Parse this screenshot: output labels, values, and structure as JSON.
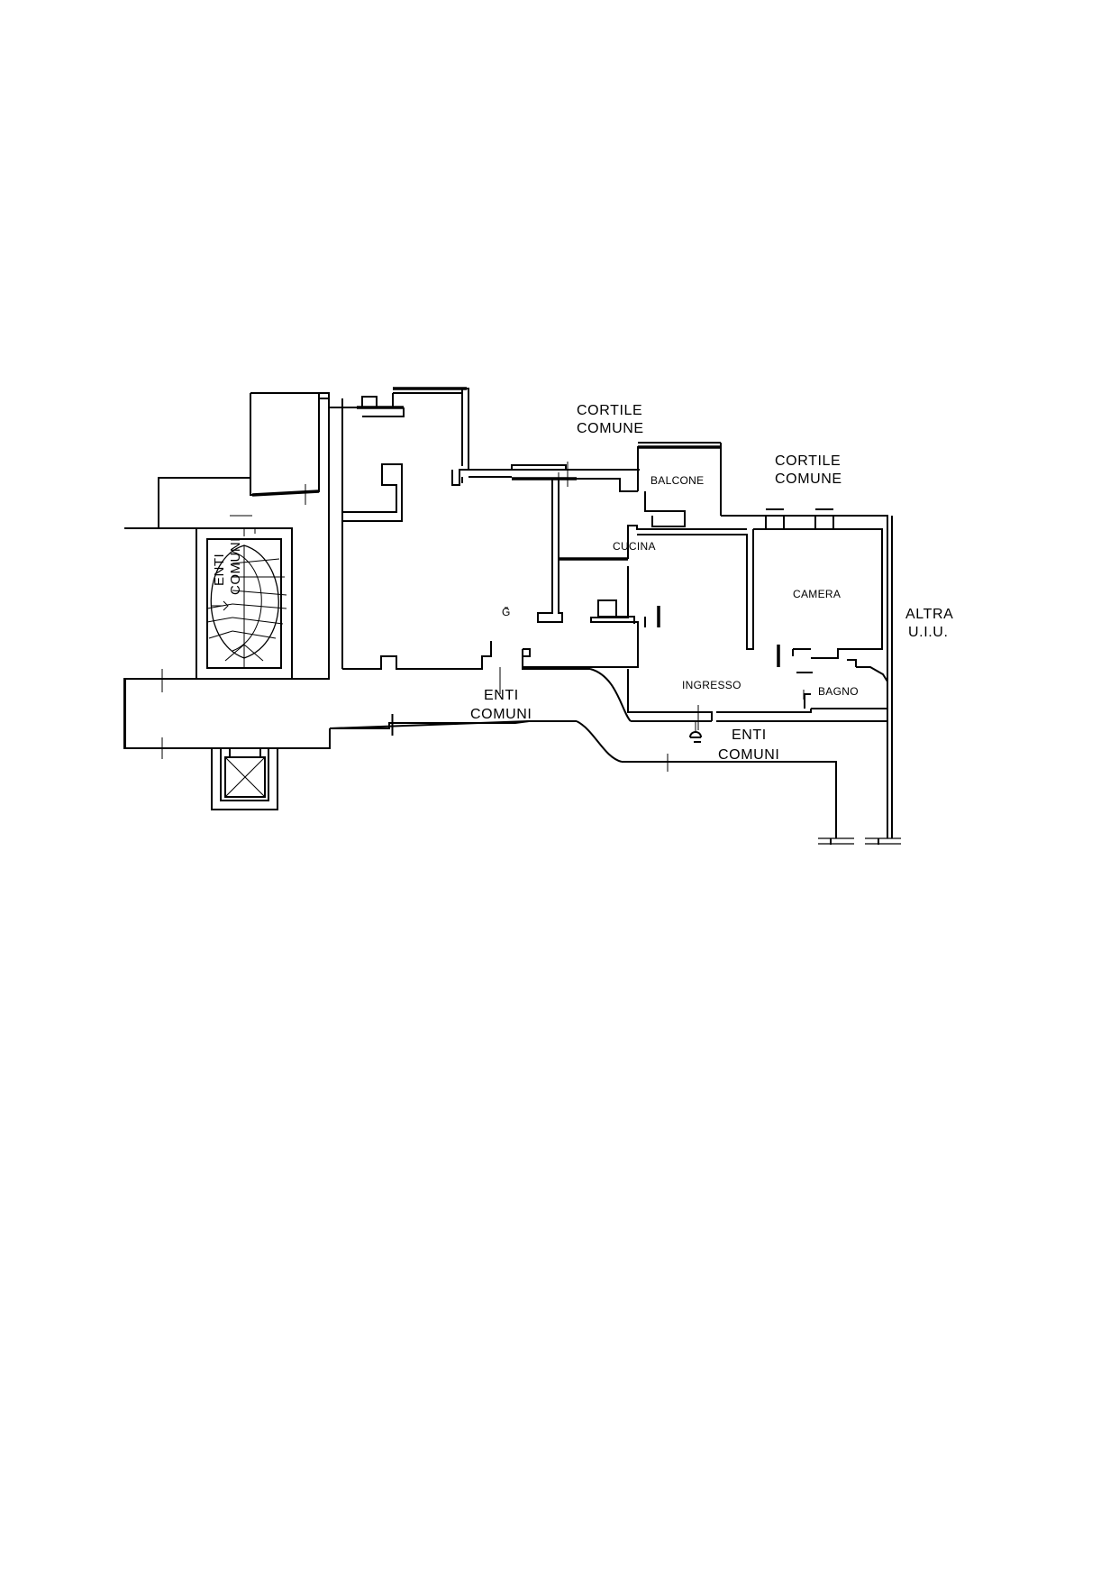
{
  "labels": {
    "cortile_comune_1_line1": "CORTILE",
    "cortile_comune_1_line2": "COMUNE",
    "cortile_comune_2_line1": "CORTILE",
    "cortile_comune_2_line2": "COMUNE",
    "balcone": "BALCONE",
    "cucina": "CUCINA",
    "camera": "CAMERA",
    "altra_uiu_line1": "ALTRA",
    "altra_uiu_line2": "U.I.U.",
    "ingresso": "INGRESSO",
    "bagno": "BAGNO",
    "enti_comuni_stair_line1": "ENTI",
    "enti_comuni_stair_line2": "COMUNI",
    "enti_comuni_corridor_line1": "ENTI",
    "enti_comuni_corridor_line2": "COMUNI",
    "enti_comuni_entry_line1": "ENTI",
    "enti_comuni_entry_line2": "COMUNI",
    "room_mark": "G"
  }
}
